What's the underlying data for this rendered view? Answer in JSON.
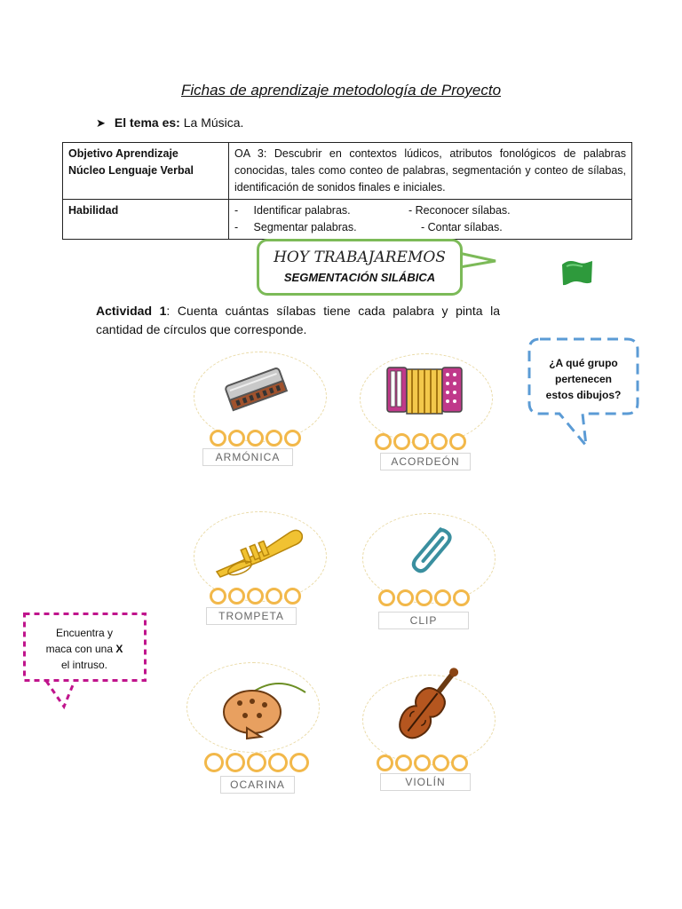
{
  "document": {
    "title": "Fichas de aprendizaje metodología de Proyecto",
    "theme_label": "El tema es:",
    "theme_value": "La Música."
  },
  "table": {
    "row1_label_line1": "Objetivo Aprendizaje",
    "row1_label_line2": "Núcleo Lenguaje Verbal",
    "row1_text": "OA 3: Descubrir en contextos lúdicos, atributos fonológicos de palabras conocidas, tales como conteo de palabras, segmentación y conteo de sílabas, identificación de sonidos finales e iniciales.",
    "row2_label": "Habilidad",
    "skills": [
      "-     Identificar palabras.",
      "- Reconocer sílabas.",
      "-     Segmentar palabras.",
      "- Contar sílabas."
    ]
  },
  "banner": {
    "line1": "HOY TRABAJAREMOS",
    "line2": "SEGMENTACIÓN SILÁBICA"
  },
  "activity": {
    "label": "Actividad 1",
    "text": ": Cuenta cuántas sílabas tiene cada palabra y pinta la cantidad de círculos que corresponde."
  },
  "instruments": [
    {
      "word": "ARMÓNICA",
      "icon": "harmonica-icon",
      "circles": 5
    },
    {
      "word": "ACORDEÓN",
      "icon": "accordion-icon",
      "circles": 5
    },
    {
      "word": "TROMPETA",
      "icon": "trumpet-icon",
      "circles": 5
    },
    {
      "word": "CLIP",
      "icon": "paperclip-icon",
      "circles": 5
    },
    {
      "word": "OCARINA",
      "icon": "ocarina-icon",
      "circles": 5
    },
    {
      "word": "VIOLÍN",
      "icon": "violin-icon",
      "circles": 5
    }
  ],
  "bubble_question": {
    "line1": "¿A qué grupo",
    "line2": "pertenecen",
    "line3": "estos dibujos?"
  },
  "bubble_intruder": {
    "line1": "Encuentra y",
    "line2a": "maca con una ",
    "line2b": "X",
    "line3": "el intruso."
  },
  "colors": {
    "banner_border": "#7cba58",
    "question_bubble": "#5b9bd5",
    "intruder_bubble": "#c0148c",
    "circle_border": "#f2b84a",
    "flag": "#2e9a3c"
  }
}
